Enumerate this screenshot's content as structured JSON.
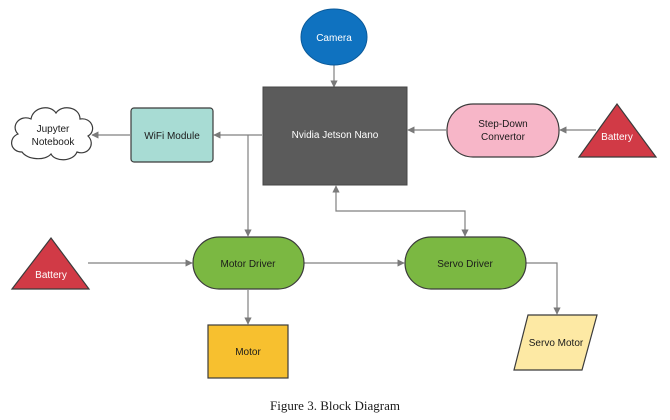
{
  "nodes": {
    "camera": "Camera",
    "jetson": "Nvidia Jetson Nano",
    "wifi": "WiFi Module",
    "jupyter_line1": "Jupyter",
    "jupyter_line2": "Notebook",
    "stepdown_line1": "Step-Down",
    "stepdown_line2": "Convertor",
    "battery_right": "Battery",
    "battery_left": "Battery",
    "motor_driver": "Motor Driver",
    "servo_driver": "Servo Driver",
    "motor": "Motor",
    "servo_motor": "Servo Motor"
  },
  "caption": "Figure 3. Block Diagram",
  "colors": {
    "camera": "#0f72c0",
    "jetson": "#5b5b5b",
    "wifi": "#a8dcd4",
    "stepdown": "#f7b6c8",
    "battery": "#d13a46",
    "driver": "#7bb842",
    "motor": "#f7c02f",
    "servo_motor": "#fde9a4",
    "arrow": "#808080"
  }
}
